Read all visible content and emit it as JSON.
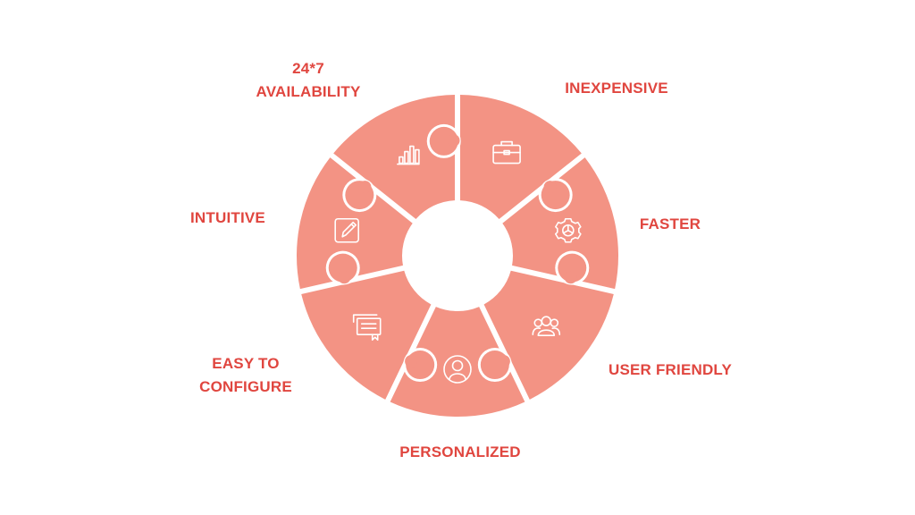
{
  "colors": {
    "segment_fill": "#f39384",
    "segment_gap": "#ffffff",
    "label_text": "#e0463f",
    "icon_stroke": "#ffffff"
  },
  "segments": [
    {
      "label_lines": [
        "INEXPENSIVE"
      ],
      "icon": "briefcase-icon"
    },
    {
      "label_lines": [
        "FASTER"
      ],
      "icon": "gear-icon"
    },
    {
      "label_lines": [
        "USER FRIENDLY"
      ],
      "icon": "users-icon"
    },
    {
      "label_lines": [
        "PERSONALIZED"
      ],
      "icon": "user-circle-icon"
    },
    {
      "label_lines": [
        "EASY TO",
        "CONFIGURE"
      ],
      "icon": "certificate-icon"
    },
    {
      "label_lines": [
        "INTUITIVE"
      ],
      "icon": "edit-icon"
    },
    {
      "label_lines": [
        "24*7",
        "AVAILABILITY"
      ],
      "icon": "bar-chart-icon"
    }
  ]
}
